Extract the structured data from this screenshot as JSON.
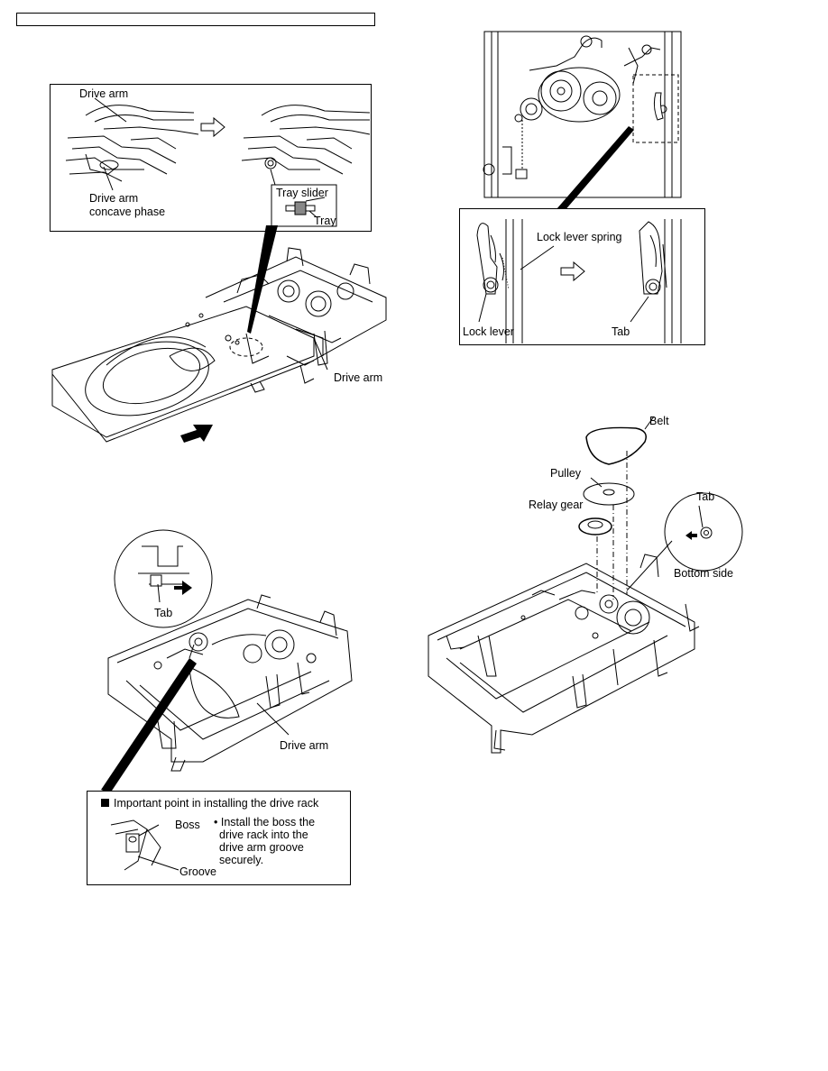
{
  "page": {
    "header_box_text": ""
  },
  "fig_tray": {
    "inset_labels": {
      "drive_arm": "Drive arm",
      "concave_1": "Drive arm",
      "concave_2": "concave phase",
      "tray_slider": "Tray slider",
      "tray": "Tray"
    },
    "main_label_drive_arm": "Drive arm"
  },
  "fig_lock": {
    "lock_lever_spring": "Lock lever spring",
    "lock_lever": "Lock lever",
    "tab": "Tab"
  },
  "fig_rack": {
    "tab": "Tab",
    "drive_arm": "Drive arm",
    "note_title": "Important point in installing the drive rack",
    "boss": "Boss",
    "groove": "Groove",
    "note_lines": [
      "• Install the boss the",
      "drive rack into the",
      "drive arm groove",
      "securely."
    ]
  },
  "fig_belt": {
    "belt": "Belt",
    "pulley": "Pulley",
    "relay_gear": "Relay gear",
    "tab": "Tab",
    "bottom_side": "Bottom side"
  }
}
